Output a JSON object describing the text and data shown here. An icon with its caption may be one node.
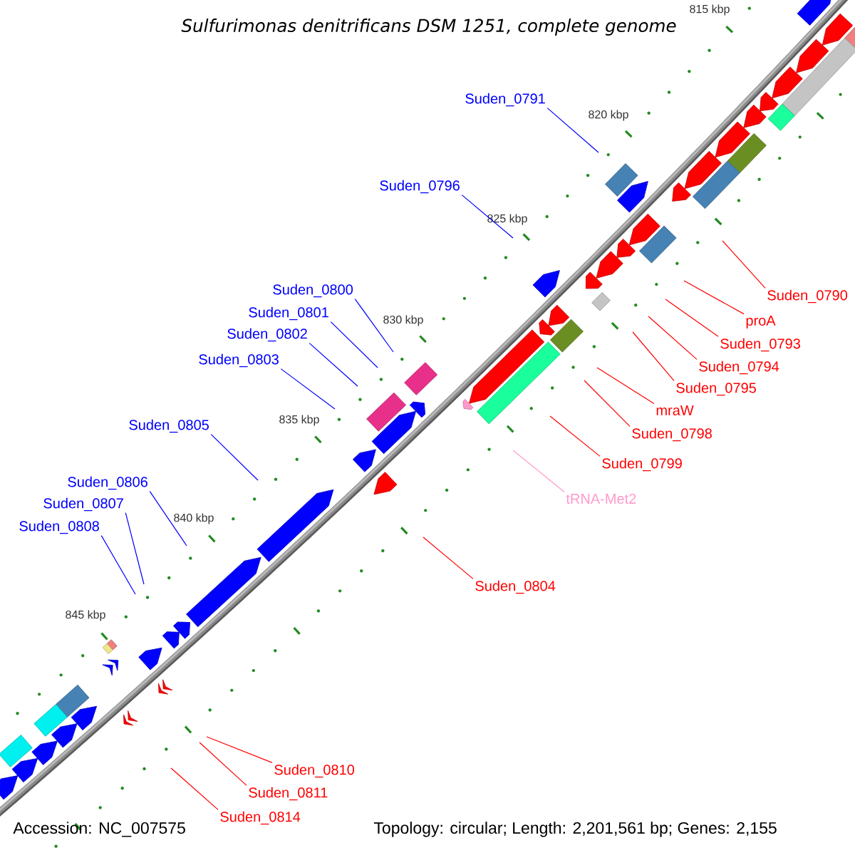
{
  "diagram": {
    "title": "Sulfurimonas denitrificans DSM 1251, complete genome",
    "nodes": [
      {
        "text": [
          "Suden_0791"
        ]
      },
      {
        "text": [
          "Suden_0796"
        ]
      },
      {
        "text": [
          "Suden_0800"
        ]
      },
      {
        "text": [
          "Suden_0790"
        ]
      },
      {
        "text": [
          "Suden_0801"
        ]
      },
      {
        "text": [
          "proA"
        ]
      },
      {
        "text": [
          "Suden_0802"
        ]
      },
      {
        "text": [
          "Suden_0793"
        ]
      },
      {
        "text": [
          "Suden_0803"
        ]
      },
      {
        "text": [
          "Suden_0794"
        ]
      },
      {
        "text": [
          "Suden_0795"
        ]
      },
      {
        "text": [
          "mraW"
        ]
      },
      {
        "text": [
          "Suden_0805"
        ]
      },
      {
        "text": [
          "Suden_0798"
        ]
      },
      {
        "text": [
          "Suden_0799"
        ]
      },
      {
        "text": [
          "Suden_0806"
        ]
      },
      {
        "text": [
          "tRNA-Met2"
        ]
      },
      {
        "text": [
          "Suden_0807"
        ]
      },
      {
        "text": [
          "Suden_0808"
        ]
      },
      {
        "text": [
          "Suden_0804"
        ]
      },
      {
        "text": [
          "Suden_0810"
        ]
      },
      {
        "text": [
          "Suden_0811"
        ]
      },
      {
        "text": [
          "Suden_0814"
        ]
      }
    ],
    "edges": [
      {
        "from": 0,
        "to": null,
        "arrow": "none",
        "color": "#0000ff"
      },
      {
        "from": 1,
        "to": null,
        "arrow": "none",
        "color": "#0000ff"
      },
      {
        "from": 2,
        "to": null,
        "arrow": "none",
        "color": "#0000ff"
      },
      {
        "from": 3,
        "to": null,
        "arrow": "none"
      },
      {
        "from": 4,
        "to": null,
        "arrow": "none",
        "color": "#0000ff"
      },
      {
        "from": 5,
        "to": null,
        "arrow": "none"
      },
      {
        "from": 6,
        "to": null,
        "arrow": "none",
        "color": "#0000ff"
      },
      {
        "from": 7,
        "to": null,
        "arrow": "none"
      },
      {
        "from": 8,
        "to": null,
        "arrow": "none",
        "color": "#0000ff"
      },
      {
        "from": 9,
        "to": null,
        "arrow": "none"
      },
      {
        "from": 10,
        "to": null,
        "arrow": "none"
      },
      {
        "from": 11,
        "to": null,
        "arrow": "none"
      },
      {
        "from": 12,
        "to": null,
        "arrow": "none",
        "color": "#0000ff"
      },
      {
        "from": 13,
        "to": null,
        "arrow": "none"
      },
      {
        "from": 14,
        "to": null,
        "arrow": "none"
      },
      {
        "from": 15,
        "to": null,
        "arrow": "none",
        "color": "#0000ff"
      },
      {
        "from": 16,
        "to": null,
        "arrow": "none",
        "color": "#ff99cc"
      },
      {
        "from": 17,
        "to": null,
        "arrow": "none",
        "color": "#0000ff"
      },
      {
        "from": 18,
        "to": null,
        "arrow": "none",
        "color": "#0000ff"
      },
      {
        "from": 19,
        "to": null,
        "arrow": "none"
      },
      {
        "from": 20,
        "to": null,
        "arrow": "none"
      },
      {
        "from": 21,
        "to": null,
        "arrow": "none"
      },
      {
        "from": 22,
        "to": null,
        "arrow": "none"
      }
    ],
    "labels": [
      "815 kbp",
      "820 kbp",
      "825 kbp",
      "830 kbp",
      "835 kbp",
      "840 kbp",
      "845 kbp",
      "Accession: NC_007575",
      "Topology: circular; Length: 2,201,561 bp; Genes: 2,155"
    ]
  }
}
